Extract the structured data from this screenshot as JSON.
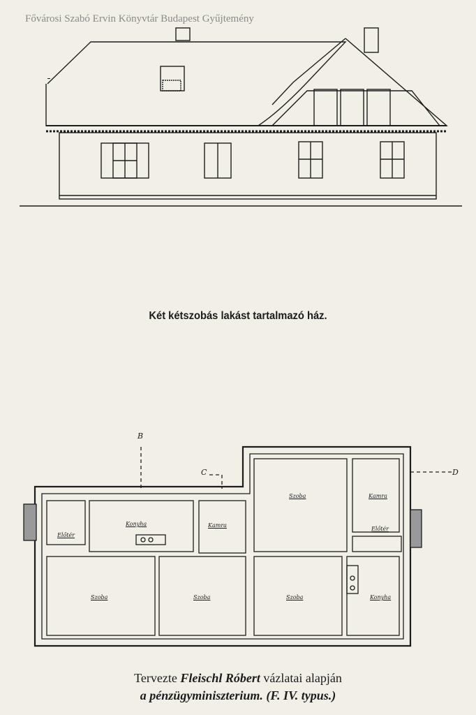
{
  "watermark": "Fővárosi Szabó Ervin Könyvtár Budapest Gyűjtemény",
  "title": "Két kétszobás lakást tartalmazó ház.",
  "caption": {
    "line1_a": "Tervezte ",
    "line1_name": "Fleischl Róbert",
    "line1_b": " vázlatai alapján",
    "line2": "a pénzügyminiszterium. (F. IV. typus.)"
  },
  "plan": {
    "section_marks": [
      "B",
      "C",
      "D"
    ],
    "rooms": [
      "Előtér",
      "Konyha",
      "Kamra",
      "Szoba",
      "Kamra",
      "Előtér",
      "Szoba",
      "Szoba",
      "Szoba",
      "Konyha"
    ]
  }
}
